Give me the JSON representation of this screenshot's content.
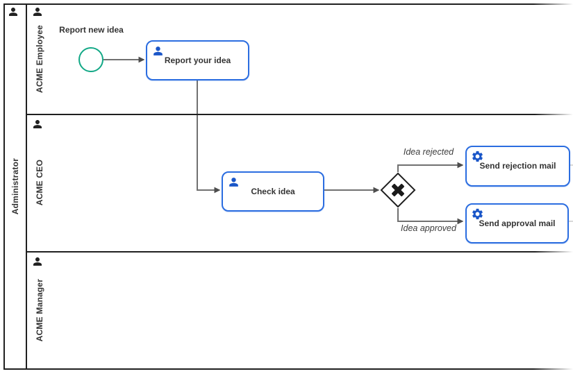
{
  "pool": {
    "label": "Administrator",
    "icon": "person-icon"
  },
  "lanes": [
    {
      "label": "ACME Employee",
      "icon": "person-icon"
    },
    {
      "label": "ACME CEO",
      "icon": "person-icon"
    },
    {
      "label": "ACME Manager",
      "icon": "person-icon"
    }
  ],
  "events": {
    "start": {
      "label": "Report new idea",
      "type": "start-event"
    }
  },
  "tasks": {
    "report_idea": {
      "label": "Report your idea",
      "type": "user-task",
      "icon": "user-icon"
    },
    "check_idea": {
      "label": "Check idea",
      "type": "user-task",
      "icon": "user-icon"
    },
    "send_rejection": {
      "label": "Send rejection mail",
      "type": "service-task",
      "icon": "gear-icon"
    },
    "send_approval": {
      "label": "Send approval mail",
      "type": "service-task",
      "icon": "gear-icon"
    }
  },
  "flow_labels": {
    "rejected": "Idea rejected",
    "approved": "Idea approved"
  },
  "colors": {
    "task_border": "#2b6de0",
    "icon_blue": "#1a56c8",
    "start_event_green": "#12a886",
    "pool_border": "#1f1f1f",
    "flow_line": "#707070",
    "arrowhead": "#4d4d4d",
    "faint_flow": "#d8d8d8",
    "text": "#333333"
  }
}
